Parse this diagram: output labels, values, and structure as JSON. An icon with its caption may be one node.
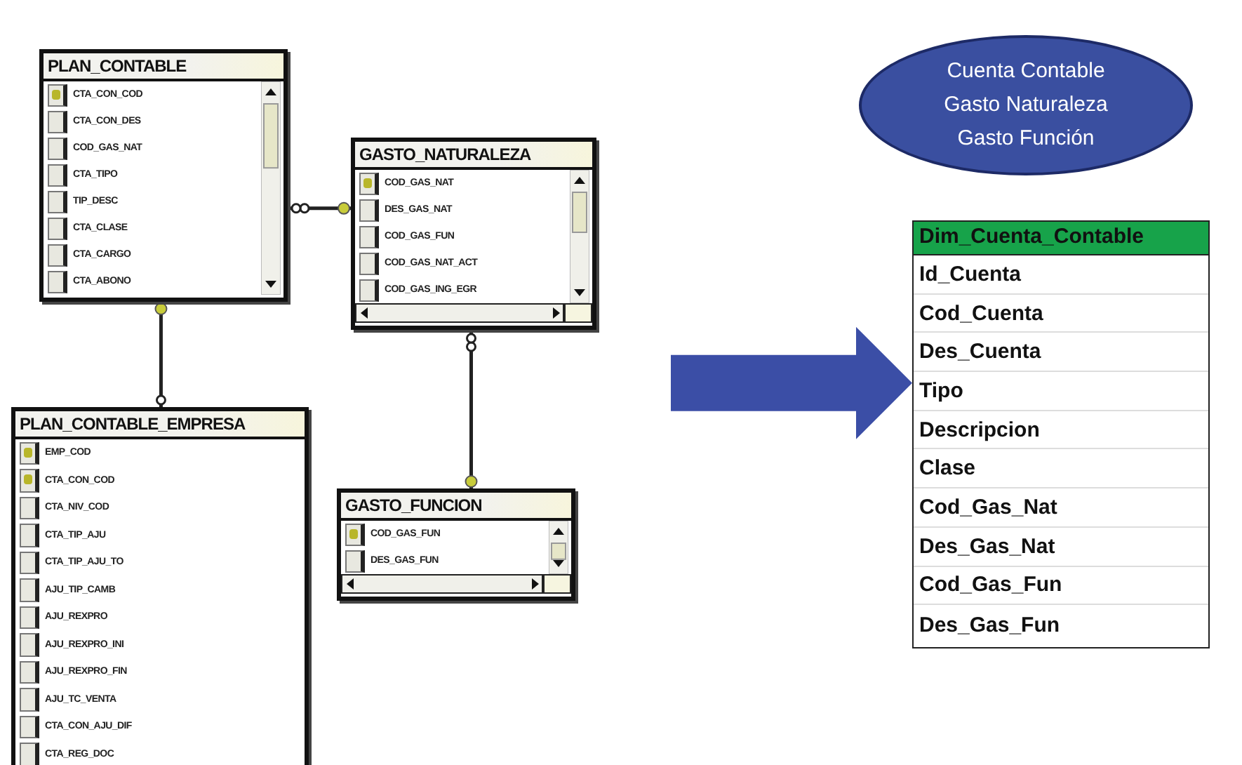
{
  "diagram": {
    "nodes": [
      {
        "text": [
          "PLAN_CONTABLE",
          "CTA_CON_COD",
          "CTA_CON_DES",
          "COD_GAS_NAT",
          "CTA_TIPO",
          "TIP_DESC",
          "CTA_CLASE",
          "CTA_CARGO",
          "CTA_ABONO"
        ]
      },
      {
        "text": [
          "GASTO_NATURALEZA",
          "COD_GAS_NAT",
          "DES_GAS_NAT",
          "COD_GAS_FUN",
          "COD_GAS_NAT_ACT",
          "COD_GAS_ING_EGR"
        ]
      },
      {
        "text": [
          "PLAN_CONTABLE_EMPRESA",
          "EMP_COD",
          "CTA_CON_COD",
          "CTA_NIV_COD",
          "CTA_TIP_AJU",
          "CTA_TIP_AJU_TO",
          "AJU_TIP_CAMB",
          "AJU_REXPRO",
          "AJU_REXPRO_INI",
          "AJU_REXPRO_FIN",
          "AJU_TC_VENTA",
          "CTA_CON_AJU_DIF",
          "CTA_REG_DOC"
        ]
      },
      {
        "text": [
          "GASTO_FUNCION",
          "COD_GAS_FUN",
          "DES_GAS_FUN"
        ]
      },
      {
        "text": [
          "Cuenta Contable",
          "Gasto Naturaleza",
          "Gasto Función"
        ]
      },
      {
        "text": [
          "Dim_Cuenta_Contable",
          "Id_Cuenta",
          "Cod_Cuenta",
          "Des_Cuenta",
          "Tipo",
          "Descripcion",
          "Clase",
          "Cod_Gas_Nat",
          "Des_Gas_Nat",
          "Cod_Gas_Fun",
          "Des_Gas_Fun"
        ]
      }
    ],
    "edges": [
      {
        "from": 0,
        "to": 1,
        "arrow": "other"
      },
      {
        "from": 0,
        "to": 2,
        "arrow": "other"
      },
      {
        "from": 1,
        "to": 3,
        "arrow": "other"
      },
      {
        "from": null,
        "to": 5,
        "arrow": "to",
        "style": "thick",
        "color": "#3b4ea6"
      }
    ]
  }
}
